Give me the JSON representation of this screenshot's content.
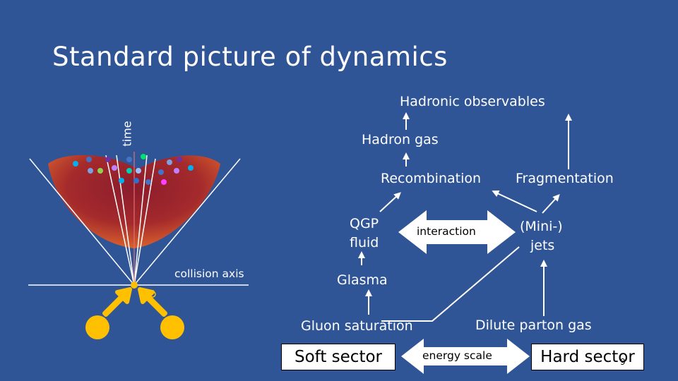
{
  "slide": {
    "title": "Standard picture of dynamics",
    "time_label": "time",
    "collision_axis_label": "collision axis",
    "nodes": {
      "hadronic_observables": "Hadronic observables",
      "hadron_gas": "Hadron gas",
      "recombination": "Recombination",
      "fragmentation": "Fragmentation",
      "qgp_fluid_line1": "QGP",
      "qgp_fluid_line2": "fluid",
      "interaction": "interaction",
      "mini_jets_line1": "(Mini-)",
      "mini_jets_line2": "jets",
      "glasma": "Glasma",
      "gluon_saturation": "Gluon saturation",
      "dilute_parton_gas": "Dilute parton gas",
      "soft_sector": "Soft sector",
      "energy_scale": "energy scale",
      "hard_sector": "Hard sector",
      "page_number": "9"
    },
    "colors": {
      "background": "#2f5597",
      "fireball_outer": "#e46c2c",
      "fireball_inner": "#8b1c2c",
      "nucleus": "#ffc000",
      "arrows": "#ffffff"
    },
    "particle_colors": [
      "#00b0f0",
      "#7030a0",
      "#92d050",
      "#4472c4",
      "#ff66ff",
      "#00d0b0",
      "#a0c0ff"
    ]
  }
}
